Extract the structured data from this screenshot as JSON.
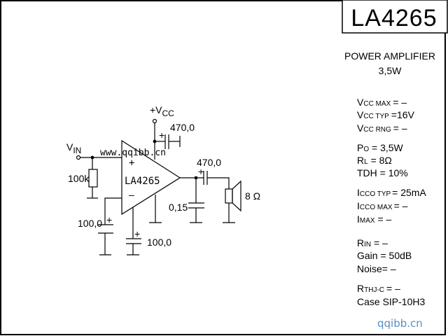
{
  "title": {
    "part_number": "LA4265",
    "description_line1": "POWER AMPLIFIER",
    "description_line2": "3,5W"
  },
  "specs": {
    "vcc_max": {
      "symbol": "V",
      "sub": "CC MAX",
      "value": "=   –"
    },
    "vcc_typ": {
      "symbol": "V",
      "sub": "CC TYP",
      "value": "=16V"
    },
    "vcc_rng": {
      "symbol": "V",
      "sub": "CC RNG",
      "value": "=   –"
    },
    "po": {
      "symbol": "P",
      "sub": "O",
      "value": " =  3,5W"
    },
    "rl": {
      "symbol": "R",
      "sub": "L",
      "value": " =  8Ω"
    },
    "tdh": {
      "symbol": "TDH",
      "sub": "",
      "value": " = 10%"
    },
    "icco_typ": {
      "symbol": "I",
      "sub": "CCO TYP",
      "value": "= 25mA"
    },
    "icco_max": {
      "symbol": "I",
      "sub": "CCO MAX",
      "value": "=  –"
    },
    "imax": {
      "symbol": "I",
      "sub": "MAX",
      "value": " =      –"
    },
    "rin": {
      "symbol": "R",
      "sub": "IN",
      "value": "  =  –"
    },
    "gain": {
      "symbol": "Gain",
      "sub": "",
      "value": "  = 50dB"
    },
    "noise": {
      "symbol": "Noise",
      "sub": "",
      "value": "=  –"
    },
    "rthj": {
      "symbol": "R",
      "sub": "THJ-C",
      "value": "= –"
    },
    "case": {
      "symbol": "Case",
      "sub": "",
      "value": " SIP-10H3"
    }
  },
  "schematic": {
    "amp_label": "LA4265",
    "plus_input": "+",
    "minus_input": "–",
    "vin_label": "V",
    "vin_sub": "IN",
    "vcc_label": "+V",
    "vcc_sub": "CC",
    "vcc_cap": "470,0",
    "input_resistor": "100k",
    "fb_cap": "100,0",
    "bypass_cap": "100,0",
    "output_cap": "470,0",
    "zobel_cap": "0,15",
    "speaker": "8 Ω",
    "cap_polarity": "+"
  },
  "watermarks": {
    "center": "www.qqibb.cn",
    "corner": "qqibb.cn"
  }
}
